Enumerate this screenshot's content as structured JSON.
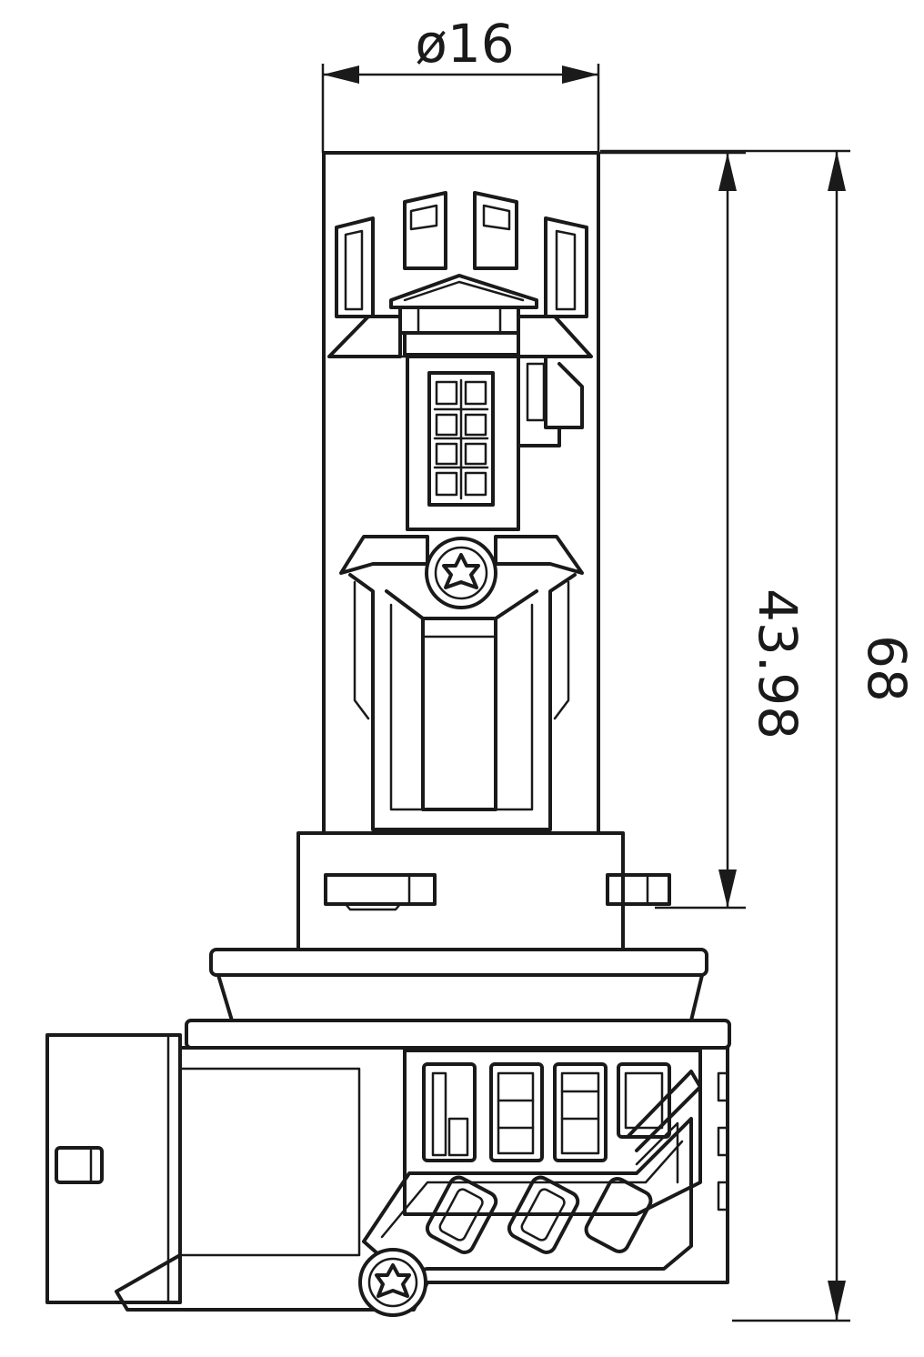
{
  "dimensions": {
    "width_label": "ø16",
    "height_upper_label": "43.98",
    "height_total_label": "68"
  },
  "colors": {
    "line": "#1a1a1a",
    "background": "#ffffff"
  },
  "icons": {
    "upper_screw": "torx-screw-icon",
    "lower_screw": "torx-screw-icon"
  }
}
